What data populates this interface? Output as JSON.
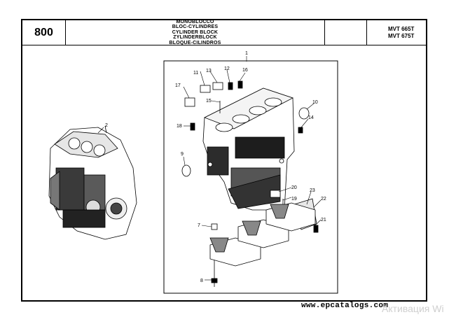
{
  "header": {
    "page_number": "800",
    "titles": [
      "MONOBLOCCO",
      "BLOC-CYLINDRES",
      "CYLINDER BLOCK",
      "ZYLINDERBLOCK",
      "BLOQUE-CILINDROS"
    ],
    "models": [
      "MVT 665T",
      "MVT 675T"
    ]
  },
  "parts": {
    "p1": "1",
    "p2": "2",
    "p7": "7",
    "p8": "8",
    "p9": "9",
    "p10": "10",
    "p11": "11",
    "p12": "12",
    "p13": "13",
    "p14": "14",
    "p15": "15",
    "p16": "16",
    "p17": "17",
    "p18": "18",
    "p19": "19",
    "p20": "20",
    "p21": "21",
    "p22": "22",
    "p23": "23"
  },
  "footer": {
    "url": "www.epcatalogs.com",
    "watermark": "Активация Wi"
  }
}
